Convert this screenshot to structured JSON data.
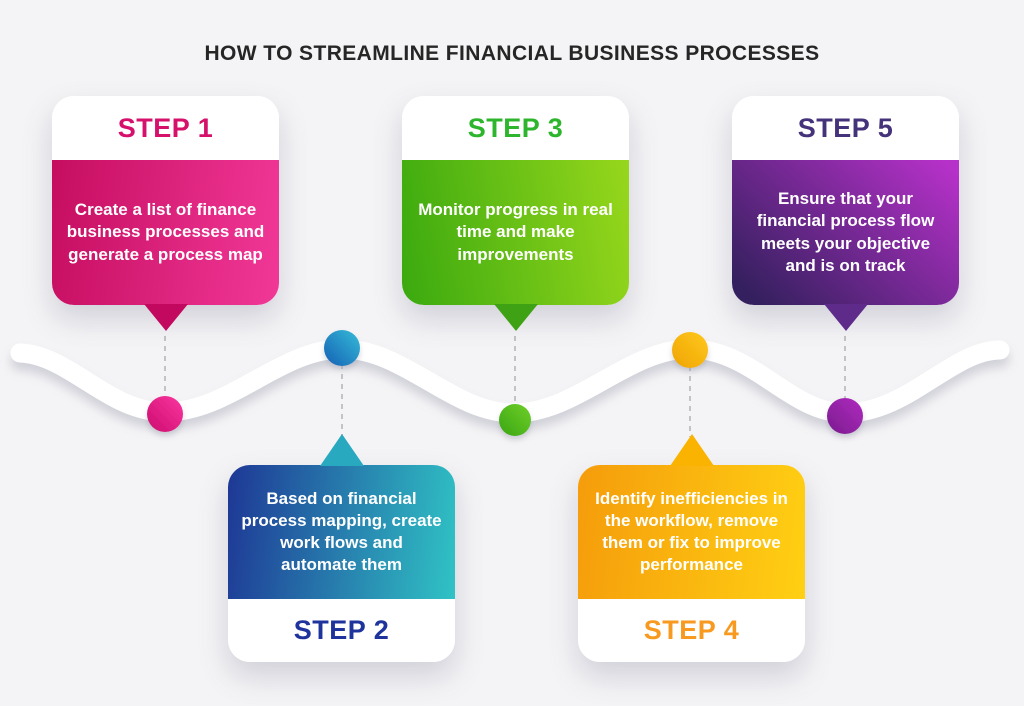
{
  "title": "HOW TO STREAMLINE FINANCIAL BUSINESS PROCESSES",
  "colors": {
    "background": "#f4f4f6",
    "title_text": "#262626",
    "wave": "#ffffff",
    "connector": "#c3c3c6"
  },
  "steps": [
    {
      "label": "STEP 1",
      "text": "Create a list of finance business processes and generate a process map",
      "row": "top",
      "accent": "#d6116b",
      "pointer": "#c3085f",
      "gradient": [
        "#c50d60",
        "#f23897"
      ],
      "dot": [
        "#fb37a0",
        "#cb0b6e"
      ]
    },
    {
      "label": "STEP 2",
      "text": "Based on financial process mapping, create work flows and automate them",
      "row": "bottom",
      "accent": "#1e339c",
      "pointer": "#29a9c0",
      "gradient": [
        "#1e3795",
        "#30c3c5"
      ],
      "dot": [
        "#36bcd8",
        "#1460b4"
      ]
    },
    {
      "label": "STEP 3",
      "text": "Monitor progress in real time and make improvements",
      "row": "top",
      "accent": "#2db52d",
      "pointer": "#3fa114",
      "gradient": [
        "#3aa90f",
        "#97d71c"
      ],
      "dot": [
        "#6fcf2a",
        "#3aa512"
      ]
    },
    {
      "label": "STEP 4",
      "text": "Identify inefficiencies in the workflow, remove them or fix to improve performance",
      "row": "bottom",
      "accent": "#f79a1f",
      "pointer": "#f9b300",
      "gradient": [
        "#f59c0b",
        "#ffd013"
      ],
      "dot": [
        "#ffc81e",
        "#efa400"
      ]
    },
    {
      "label": "STEP 5",
      "text": "Ensure that your financial process flow meets your objective and is on track",
      "row": "top",
      "accent": "#44337a",
      "pointer": "#5e2b8a",
      "gradient": [
        "#35205f",
        "#b631c9"
      ],
      "dot": [
        "#b02bbf",
        "#7a1b8e"
      ]
    }
  ]
}
